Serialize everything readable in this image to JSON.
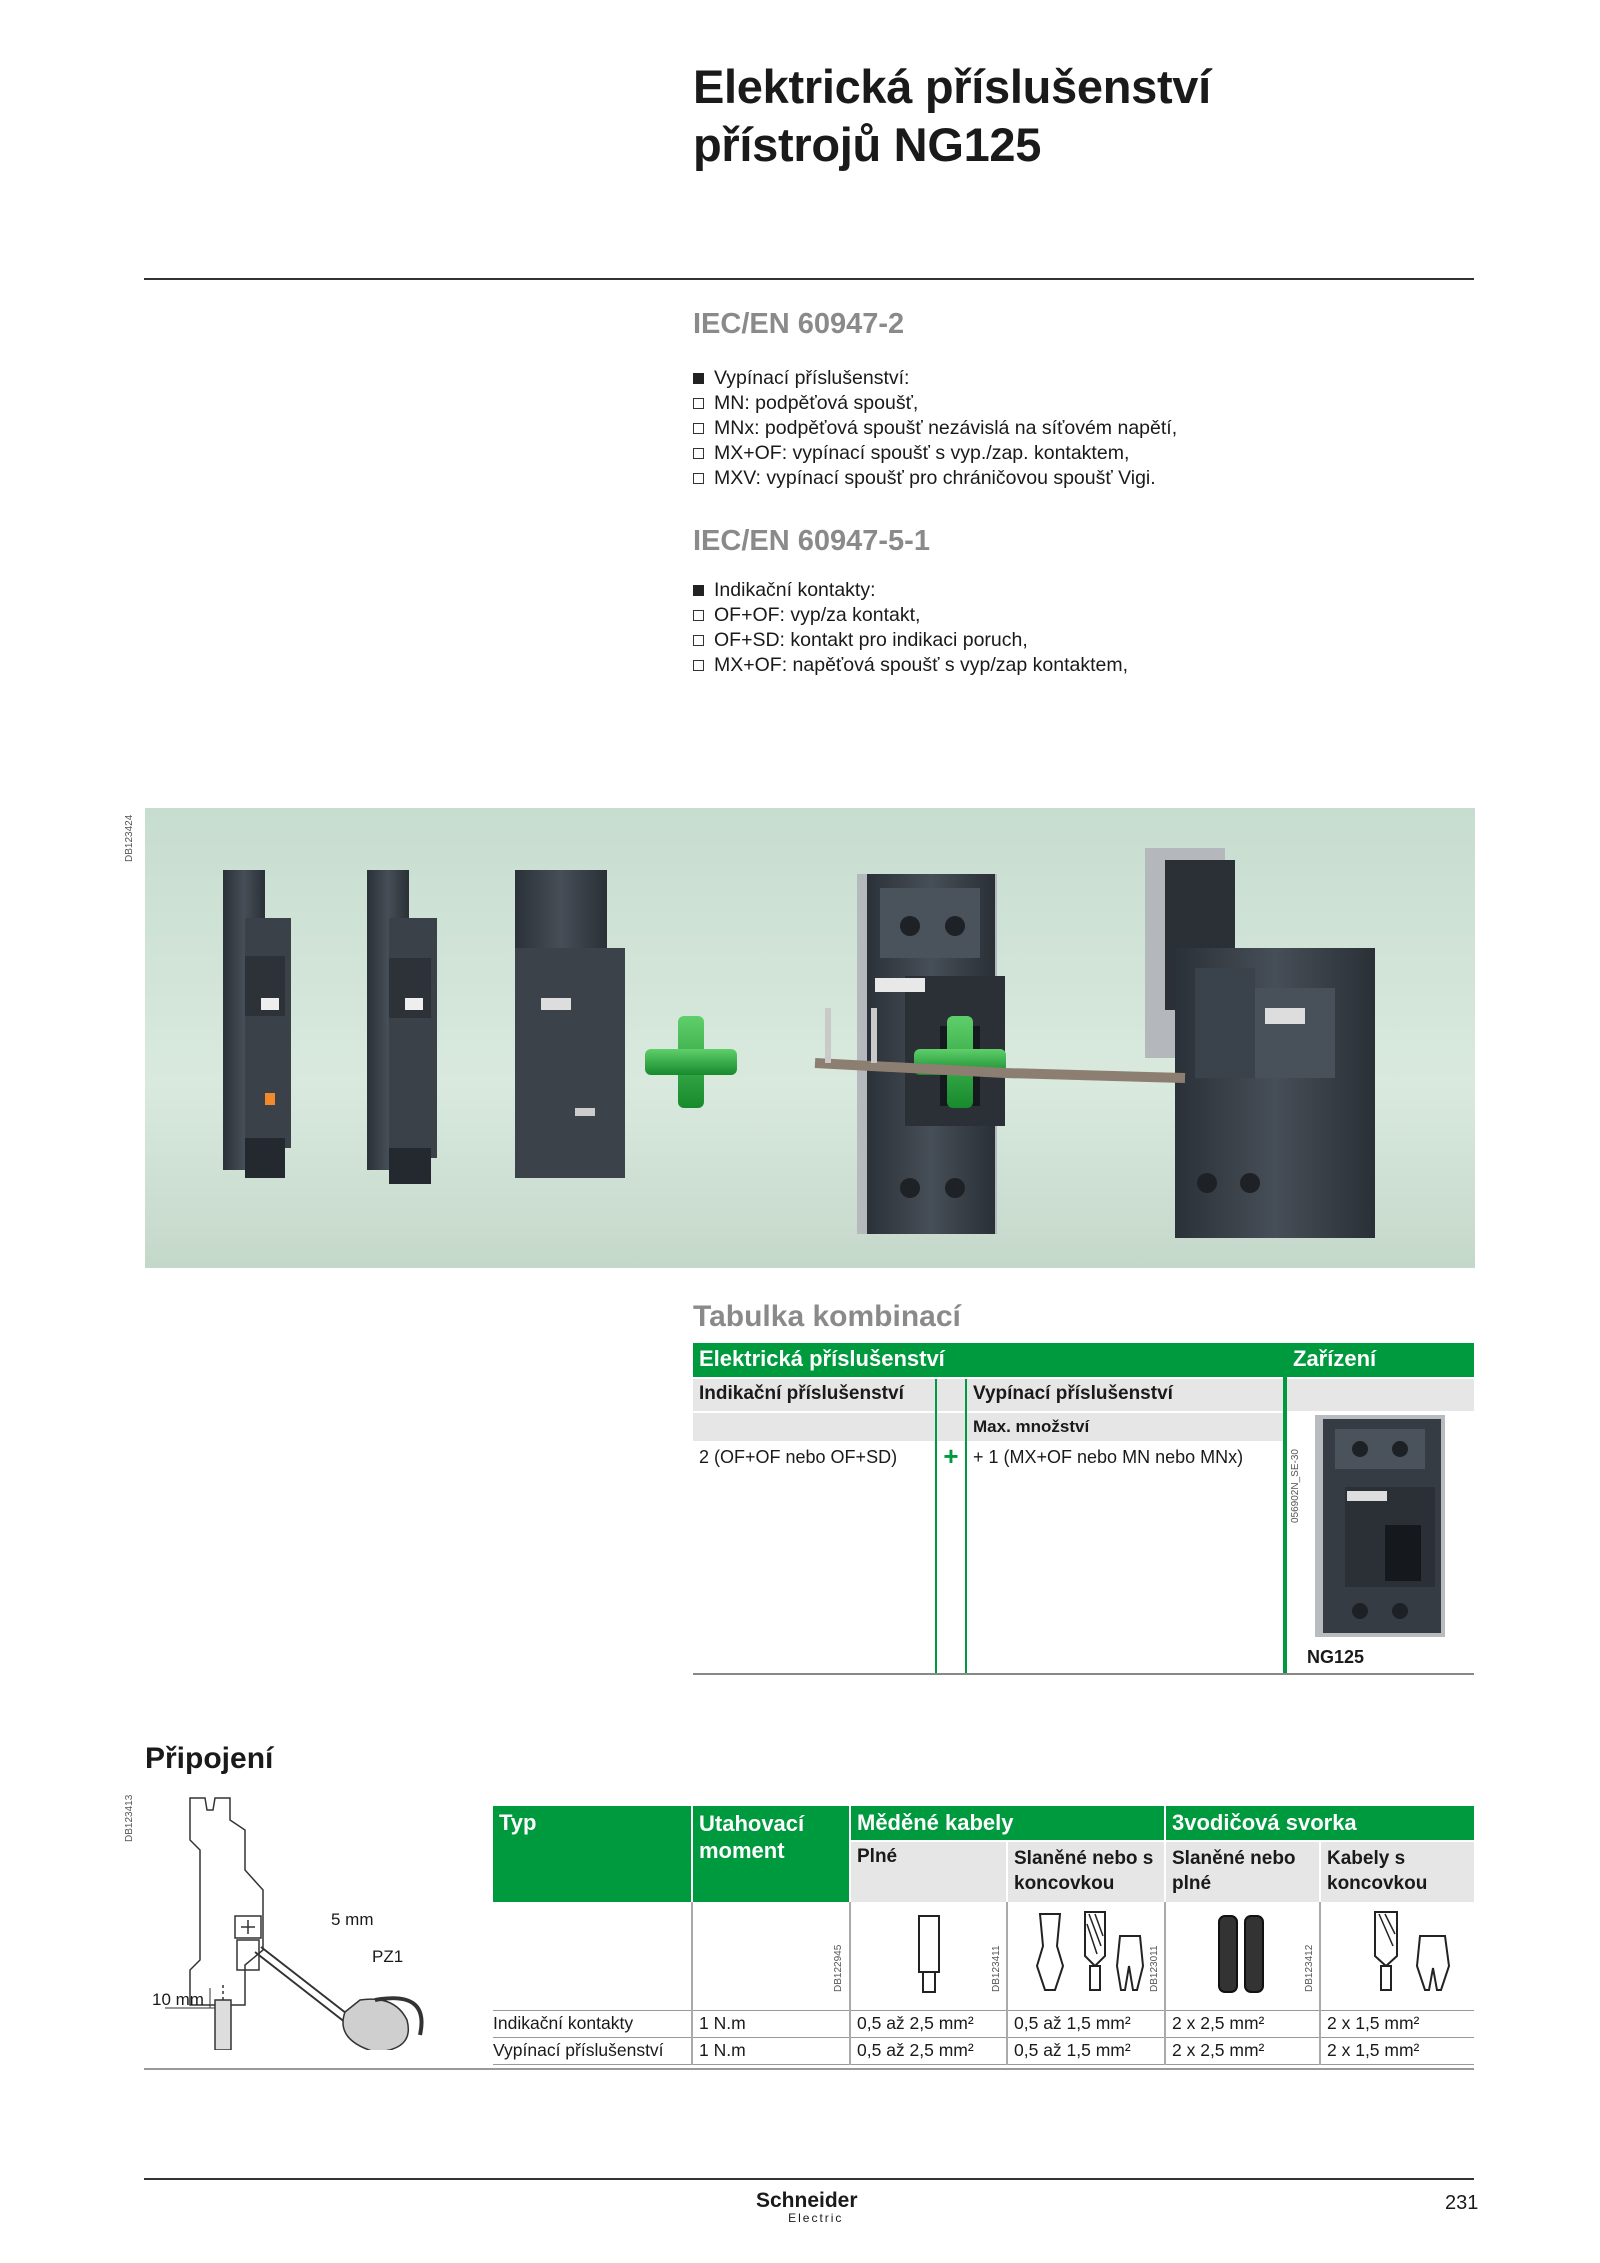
{
  "page": {
    "title_line1": "Elektrická příslušenství",
    "title_line2": "přístrojů NG125",
    "page_number": "231",
    "brand_name": "Schneider",
    "brand_sub": "Electric"
  },
  "sections": {
    "iec1": {
      "heading": "IEC/EN 60947-2",
      "items": [
        {
          "text": "Vypínací příslušenství:",
          "bullet": "filled"
        },
        {
          "text": "MN: podpěťová spoušť,",
          "bullet": "empty"
        },
        {
          "text": "MNx: podpěťová spoušť nezávislá na síťovém napětí,",
          "bullet": "empty"
        },
        {
          "text": "MX+OF: vypínací spoušť s vyp./zap. kontaktem,",
          "bullet": "empty"
        },
        {
          "text": "MXV: vypínací spoušť pro chráničovou spoušť Vigi.",
          "bullet": "empty"
        }
      ]
    },
    "iec2": {
      "heading": "IEC/EN 60947-5-1",
      "items": [
        {
          "text": "Indikační kontakty:",
          "bullet": "filled"
        },
        {
          "text": "OF+OF: vyp/za kontakt,",
          "bullet": "empty"
        },
        {
          "text": "OF+SD: kontakt pro indikaci poruch,",
          "bullet": "empty"
        },
        {
          "text": "MX+OF: napěťová spoušť s vyp/zap kontaktem,",
          "bullet": "empty"
        }
      ]
    }
  },
  "photo": {
    "code": "DB123424"
  },
  "combination": {
    "heading": "Tabulka kombinací",
    "col_accessories": "Elektrická příslušenství",
    "col_device": "Zařízení",
    "sub_indication": "Indikační příslušenství",
    "sub_tripping": "Vypínací příslušenství",
    "max_qty": "Max. množství",
    "indication_value": "2 (OF+OF nebo OF+SD)",
    "plus": "+",
    "tripping_value": "+ 1 (MX+OF nebo MN nebo MNx)",
    "device_code": "056902N_SE-30",
    "device_name": "NG125"
  },
  "connection": {
    "heading": "Připojení",
    "drawing_code": "DB123413",
    "label_5mm": "5 mm",
    "label_pz1": "PZ1",
    "label_10mm": "10 mm",
    "headers": {
      "typ": "Typ",
      "torque": "Utahovací moment",
      "copper": "Měděné kabely",
      "terminal": "3vodičová svorka",
      "solid": "Plné",
      "stranded": "Slaněné nebo s koncovkou",
      "stranded_solid": "Slaněné nebo plné",
      "cables_ferrule": "Kabely s koncovkou"
    },
    "icon_codes": [
      "DB122945",
      "DB123411",
      "DB123011",
      "DB123412"
    ],
    "rows": [
      [
        "Indikační kontakty",
        "1 N.m",
        "0,5 až 2,5 mm²",
        "0,5 až 1,5 mm²",
        "2 x 2,5 mm²",
        "2 x 1,5 mm²"
      ],
      [
        "Vypínací příslušenství",
        "1 N.m",
        "0,5 až 2,5 mm²",
        "0,5 až 1,5 mm²",
        "2 x 2,5 mm²",
        "2 x 1,5 mm²"
      ]
    ]
  },
  "colors": {
    "accent_green": "#009a3e",
    "header_gray": "#e6e6e6",
    "photo_bg": "#cfe3d5"
  }
}
